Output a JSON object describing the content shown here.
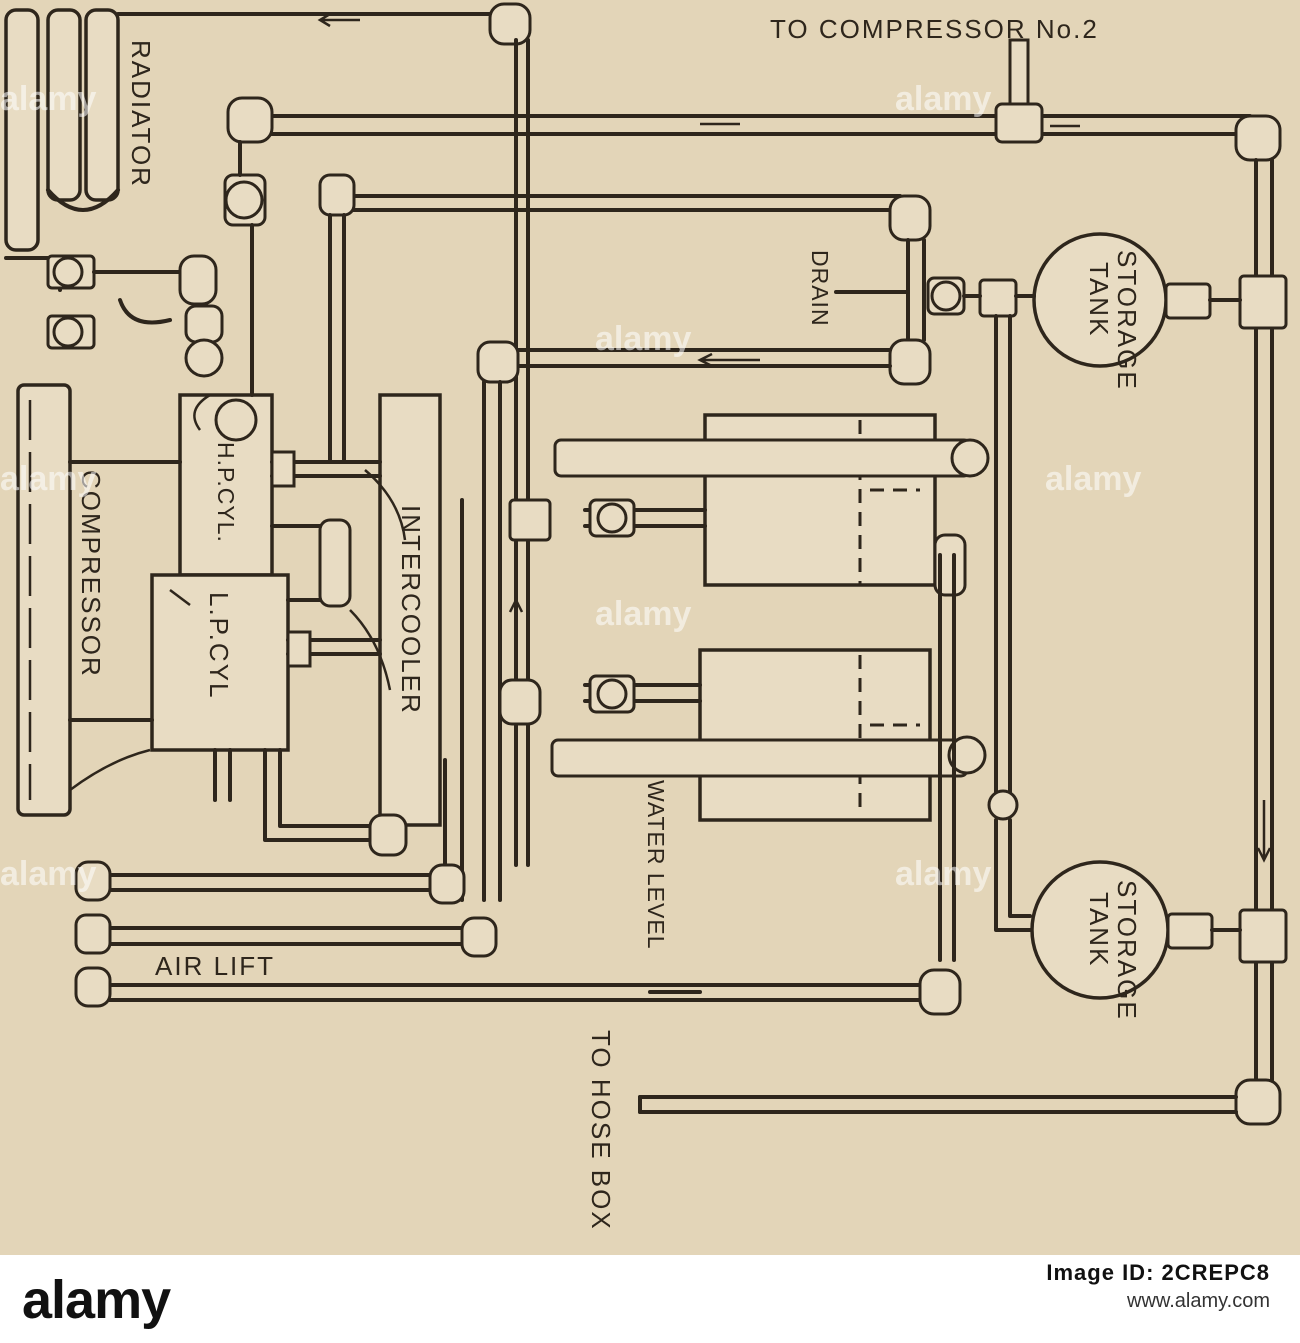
{
  "labels": {
    "to_compressor_2": "TO COMPRESSOR No.2",
    "radiator": "RADIATOR",
    "storage_tank_1": [
      "STORAGE",
      "TANK"
    ],
    "storage_tank_2": [
      "STORAGE",
      "TANK"
    ],
    "drain": "DRAIN",
    "hp_cyl": "H.P.CYL.",
    "lp_cyl": "L.P.CYL",
    "compressor": "COMPRESSOR",
    "intercooler": "INTERCOOLER",
    "water_level": "WATER LEVEL",
    "air_lift": "AIR LIFT",
    "to_hose_box": "TO HOSE BOX"
  },
  "watermark": "alamy",
  "footer": {
    "logo": "alamy",
    "image_id_label": "Image ID: 2CREPC8",
    "site": "www.alamy.com"
  },
  "colors": {
    "paper": "#e3d5b8",
    "ink": "#2e261c",
    "footer_bg": "#ffffff"
  }
}
